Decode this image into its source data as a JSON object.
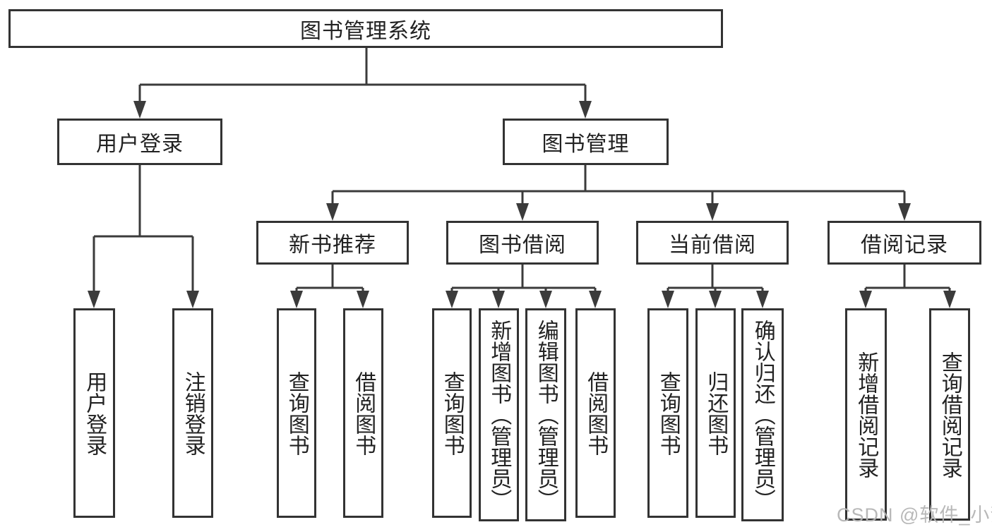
{
  "diagram": {
    "root": {
      "label": "图书管理系统",
      "children": [
        {
          "label": "用户登录",
          "children": [
            {
              "label": "用户登录"
            },
            {
              "label": "注销登录"
            }
          ]
        },
        {
          "label": "图书管理",
          "children": [
            {
              "label": "新书推荐",
              "children": [
                {
                  "label": "查询图书"
                },
                {
                  "label": "借阅图书"
                }
              ]
            },
            {
              "label": "图书借阅",
              "children": [
                {
                  "label": "查询图书"
                },
                {
                  "label": "新增图书（管理员）"
                },
                {
                  "label": "编辑图书（管理员）"
                },
                {
                  "label": "借阅图书"
                }
              ]
            },
            {
              "label": "当前借阅",
              "children": [
                {
                  "label": "查询图书"
                },
                {
                  "label": "归还图书"
                },
                {
                  "label": "确认归还（管理员）"
                }
              ]
            },
            {
              "label": "借阅记录",
              "children": [
                {
                  "label": "新增借阅记录"
                },
                {
                  "label": "查询借阅记录"
                }
              ]
            }
          ]
        }
      ]
    }
  },
  "watermark": {
    "text": "CSDN @软件_小贺同学"
  },
  "colors": {
    "line": "#3b3b3b",
    "box_border": "#333333",
    "text": "#222222",
    "watermark": "#b5b5b5",
    "background": "#ffffff"
  }
}
